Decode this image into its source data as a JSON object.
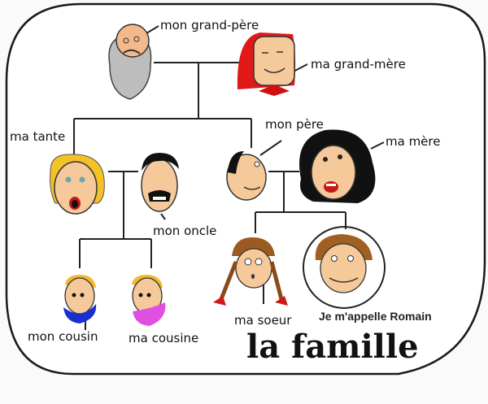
{
  "title": "la famille",
  "caption": "Je m'appelle Romain",
  "members": {
    "grandfather": {
      "label": "mon grand-père"
    },
    "grandmother": {
      "label": "ma grand-mère"
    },
    "aunt": {
      "label": "ma tante"
    },
    "uncle": {
      "label": "mon oncle"
    },
    "father": {
      "label": "mon père"
    },
    "mother": {
      "label": "ma mère"
    },
    "cousin_m": {
      "label": "mon cousin"
    },
    "cousin_f": {
      "label": "ma cousine"
    },
    "sister": {
      "label": "ma soeur"
    },
    "me": {
      "label": "Je m'appelle Romain"
    }
  },
  "colors": {
    "line": "#222222",
    "background": "#ffffff",
    "grandmother_hair": "#e01010",
    "cousin_m_scarf": "#1a2fd0",
    "cousin_f_scarf": "#e050e0",
    "skin": "#f6c99a"
  }
}
